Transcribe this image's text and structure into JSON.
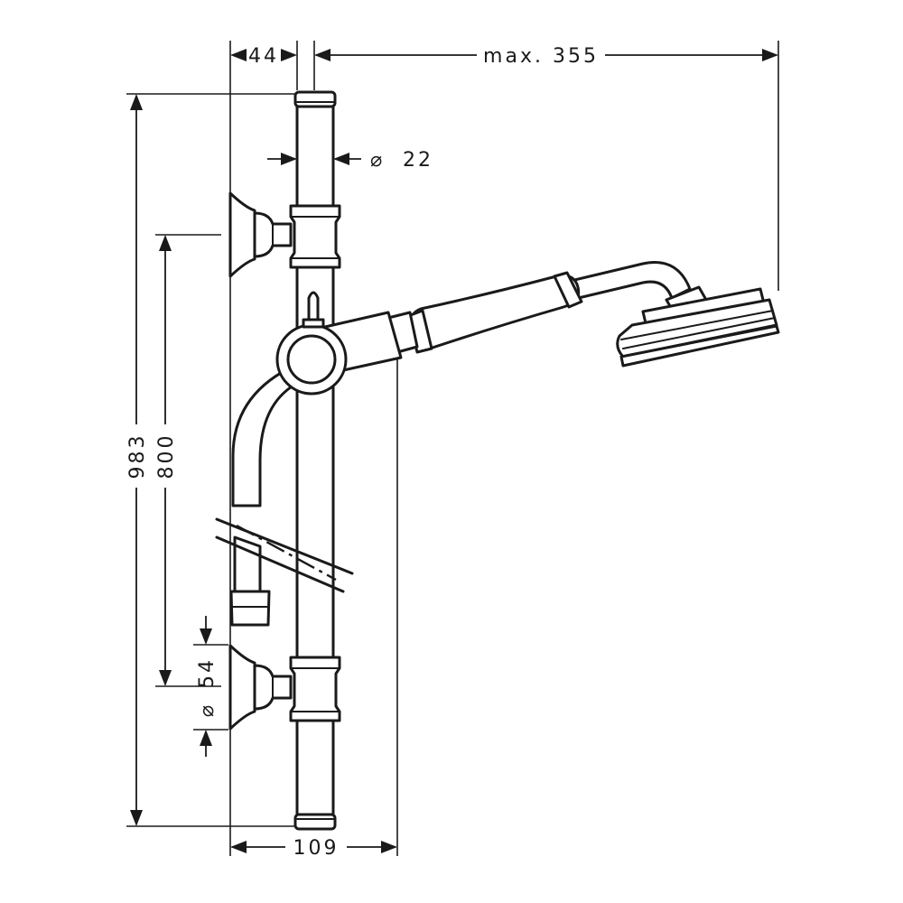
{
  "diagram": {
    "dimensions": {
      "bracket_offset": "44",
      "max_reach": "max. 355",
      "rail_diameter": "22",
      "total_height": "983",
      "bracket_spacing": "800",
      "base_diameter": "54",
      "total_depth": "109"
    },
    "symbols": {
      "diameter": "⌀"
    }
  }
}
